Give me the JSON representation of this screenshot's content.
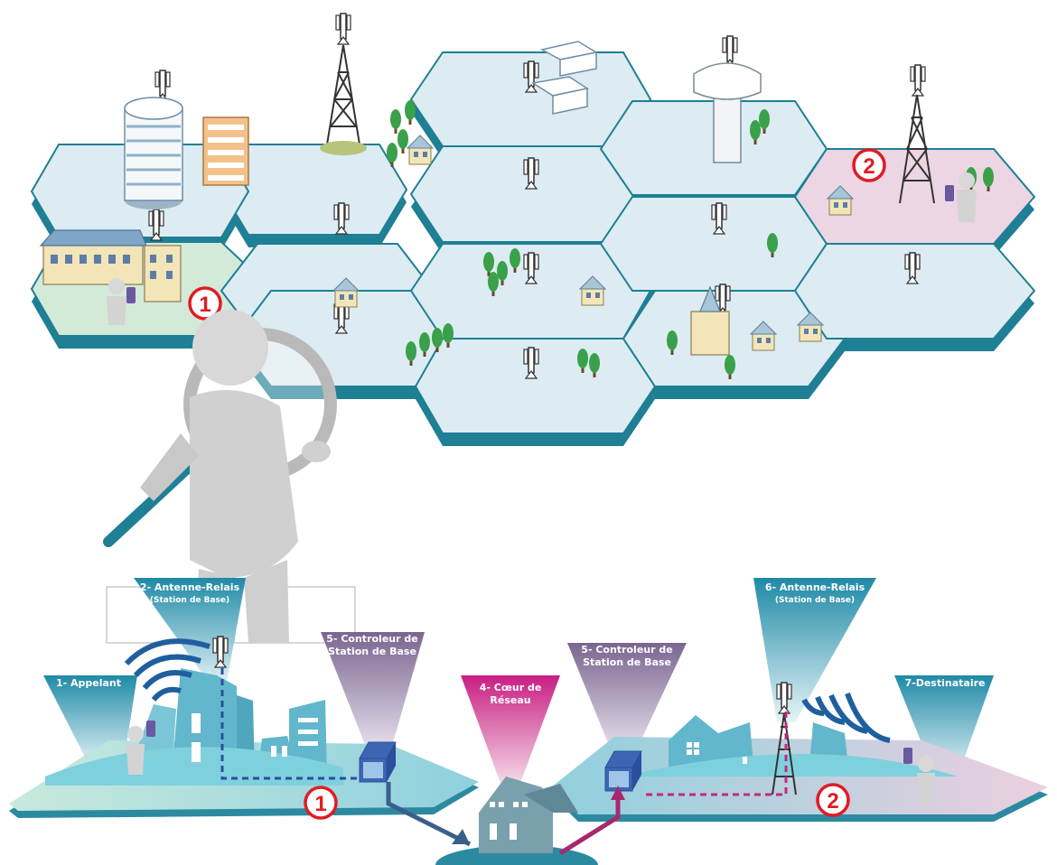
{
  "markers": {
    "one": "1",
    "two": "2"
  },
  "labels": {
    "appelant": "1- Appelant",
    "antenne_relais_1": "2- Antenne-Relais",
    "station_base_1": "(Station de Base)",
    "controleur_1_line1": "5- Controleur de",
    "controleur_1_line2": "Station de Base",
    "coeur_line1": "4- Cœur de",
    "coeur_line2": "Réseau",
    "controleur_2_line1": "5- Controleur de",
    "controleur_2_line2": "Station de Base",
    "antenne_relais_2": "6- Antenne-Relais",
    "station_base_2": "(Station de Base)",
    "destinataire": "7-Destinataire"
  },
  "colors": {
    "cell_fill": "#dcecf2",
    "cell_edge": "#1e7f95",
    "cell_green": "#d3ead8",
    "cell_pink": "#ecd6e3",
    "city_blue": "#62b7cc",
    "beam_blue": "#4aa7bd",
    "beam_purple": "#9a86ab",
    "beam_magenta": "#d2318e",
    "marker_red": "#e01b24",
    "dash_blue": "#2b4f9c",
    "dash_magenta": "#c3287f"
  }
}
